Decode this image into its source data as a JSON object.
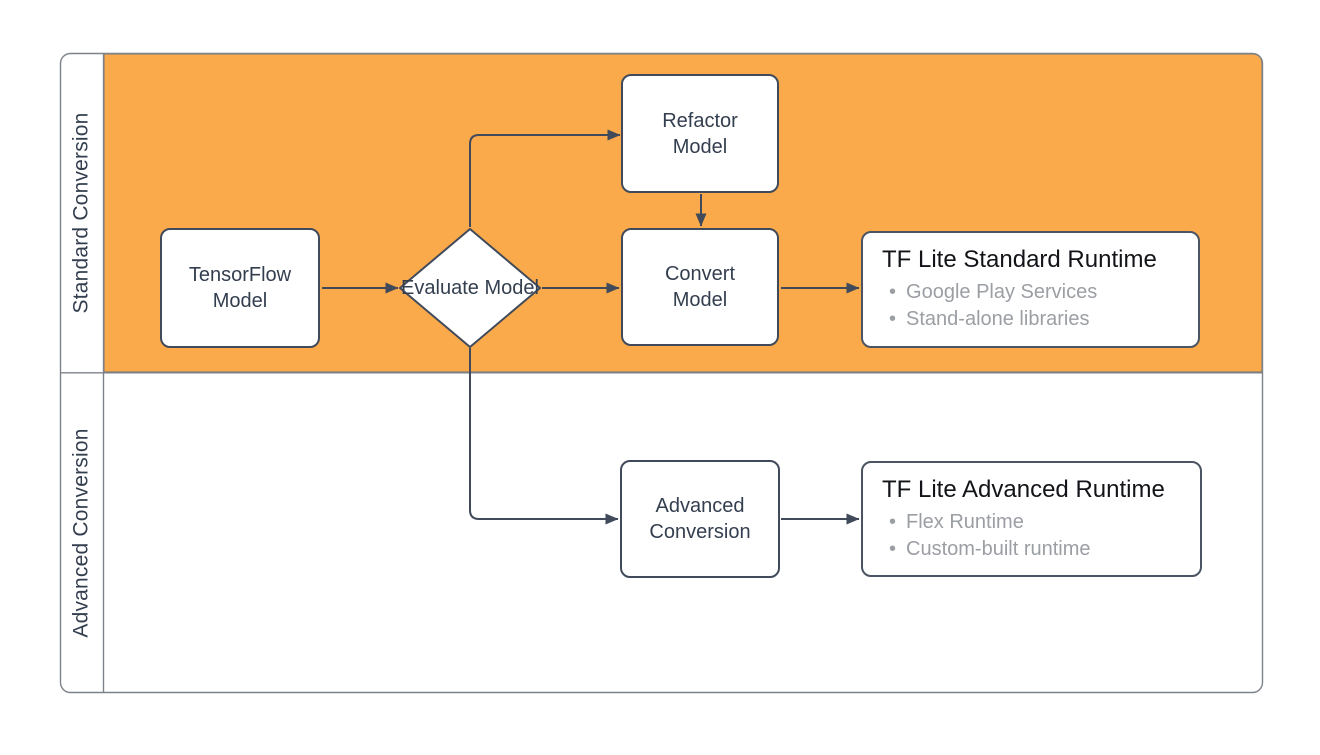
{
  "diagram_title": "TensorFlow Lite model conversion swimlane flowchart",
  "bullet_char": "•",
  "colors": {
    "lane_fill_orange": "#FBAA4B",
    "frame_stroke": "#7D828A",
    "connector_stroke": "#404A5B",
    "node_text": "#333E4F",
    "runtime_title_text": "#121418",
    "runtime_bullet_text": "#9B9EA3"
  },
  "lanes": [
    {
      "label": "Standard Conversion"
    },
    {
      "label": "Advanced Conversion"
    }
  ],
  "nodes": {
    "tensorflow_model": {
      "lines": [
        "TensorFlow",
        "Model"
      ]
    },
    "evaluate_model": {
      "lines": [
        "Evaluate",
        "Model"
      ]
    },
    "refactor_model": {
      "lines": [
        "Refactor",
        "Model"
      ]
    },
    "convert_model": {
      "lines": [
        "Convert",
        "Model"
      ]
    },
    "advanced_conversion": {
      "lines": [
        "Advanced",
        "Conversion"
      ]
    },
    "runtime_standard": {
      "title": "TF Lite Standard Runtime",
      "bullets": [
        "Google Play Services",
        "Stand-alone libraries"
      ]
    },
    "runtime_advanced": {
      "title": "TF Lite Advanced Runtime",
      "bullets": [
        "Flex Runtime",
        "Custom-built runtime"
      ]
    }
  },
  "connectors": [
    {
      "from": "tensorflow_model",
      "to": "evaluate_model"
    },
    {
      "from": "evaluate_model",
      "to": "refactor_model"
    },
    {
      "from": "refactor_model",
      "to": "convert_model"
    },
    {
      "from": "evaluate_model",
      "to": "convert_model"
    },
    {
      "from": "convert_model",
      "to": "runtime_standard"
    },
    {
      "from": "evaluate_model",
      "to": "advanced_conversion"
    },
    {
      "from": "advanced_conversion",
      "to": "runtime_advanced"
    }
  ]
}
